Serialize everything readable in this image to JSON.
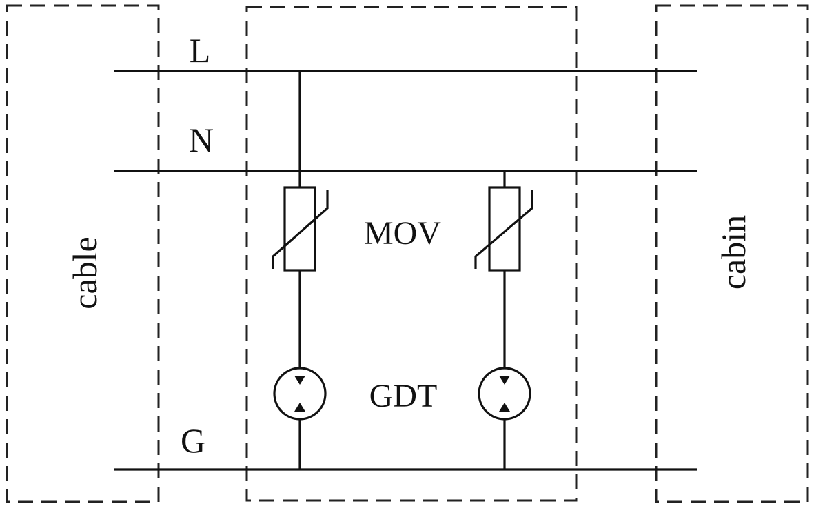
{
  "lines": {
    "live": "L",
    "neutral": "N",
    "ground": "G"
  },
  "components": {
    "varistor": "MOV",
    "gas_discharge_tube": "GDT"
  },
  "zones": {
    "left": "cable",
    "right": "cabin"
  },
  "colors": {
    "ink": "#111111",
    "background": "#ffffff"
  }
}
